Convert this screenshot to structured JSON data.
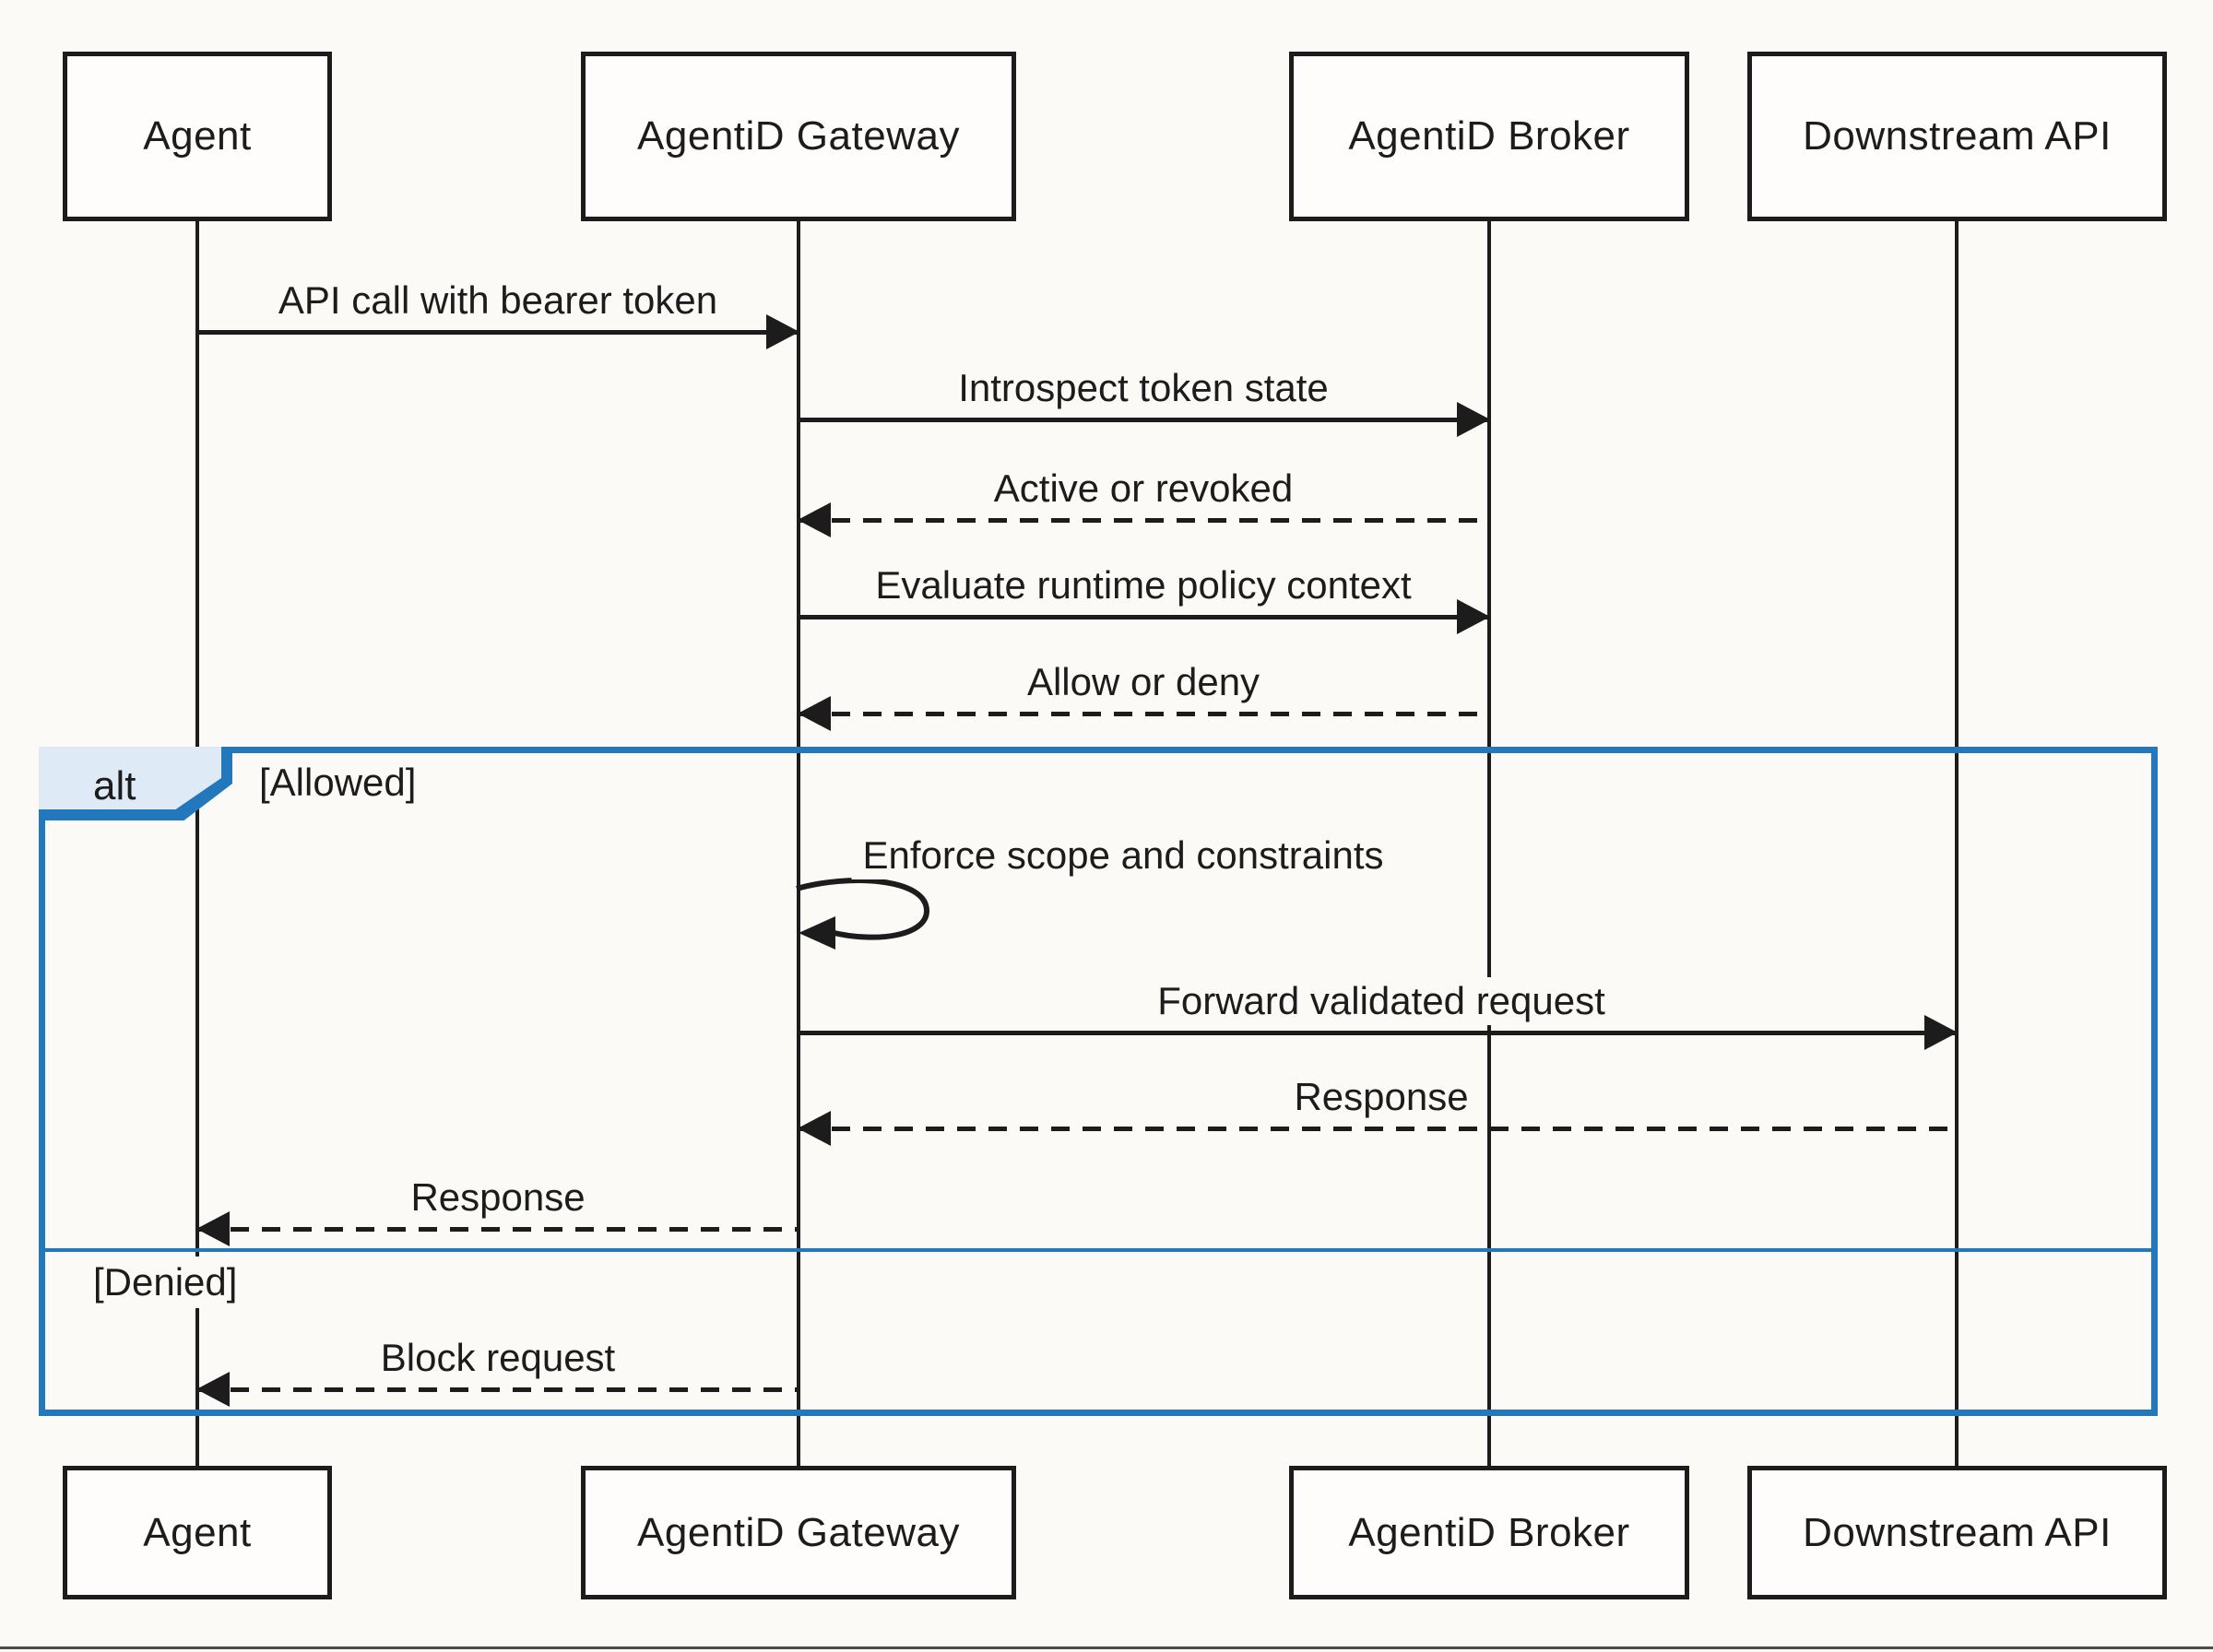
{
  "diagram": {
    "kind": "uml-sequence-diagram",
    "participants": [
      {
        "label": "Agent"
      },
      {
        "label": "AgentiD Gateway"
      },
      {
        "label": "AgentiD Broker"
      },
      {
        "label": "Downstream API"
      }
    ],
    "messages": [
      {
        "label": "API call with bearer token",
        "from": "Agent",
        "to": "AgentiD Gateway",
        "line": "solid"
      },
      {
        "label": "Introspect token state",
        "from": "AgentiD Gateway",
        "to": "AgentiD Broker",
        "line": "solid"
      },
      {
        "label": "Active or revoked",
        "from": "AgentiD Broker",
        "to": "AgentiD Gateway",
        "line": "dashed"
      },
      {
        "label": "Evaluate runtime policy context",
        "from": "AgentiD Gateway",
        "to": "AgentiD Broker",
        "line": "solid"
      },
      {
        "label": "Allow or deny",
        "from": "AgentiD Broker",
        "to": "AgentiD Gateway",
        "line": "dashed"
      },
      {
        "label": "Enforce scope and constraints",
        "from": "AgentiD Gateway",
        "to": "AgentiD Gateway",
        "line": "self"
      },
      {
        "label": "Forward validated request",
        "from": "AgentiD Gateway",
        "to": "Downstream API",
        "line": "solid"
      },
      {
        "label": "Response",
        "from": "Downstream API",
        "to": "AgentiD Gateway",
        "line": "dashed"
      },
      {
        "label": "Response",
        "from": "AgentiD Gateway",
        "to": "Agent",
        "line": "dashed"
      },
      {
        "label": "Block request",
        "from": "AgentiD Gateway",
        "to": "Agent",
        "line": "dashed"
      }
    ],
    "fragment": {
      "operator": "alt",
      "guard_allowed": "[Allowed]",
      "guard_denied": "[Denied]",
      "frame_color": "#2377bd",
      "tab_fill": "#dfeaf7"
    }
  }
}
